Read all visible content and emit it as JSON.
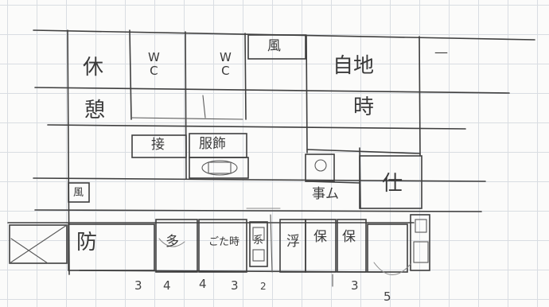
{
  "rooms": {
    "rest": [
      "休",
      "憩"
    ],
    "wc_left": [
      "W",
      "C"
    ],
    "wc_right": [
      "W",
      "C"
    ],
    "wind": "風",
    "big_room": [
      "自地",
      "時"
    ],
    "dash": "—",
    "left_mid": "接",
    "right_mid": "服飾",
    "small_box": "風",
    "office": "事ム",
    "warehouse": "仕",
    "front_left": "防",
    "stall_1": "多",
    "stall_2": "ごた時",
    "stall_3": "系",
    "stall_4": "浮",
    "stall_5": "保",
    "stall_6": "保"
  },
  "measurements": {
    "m1": "3",
    "m2": "4",
    "m3": "4",
    "m4": "3",
    "m5": "2",
    "m6": "3",
    "m7": "5"
  }
}
